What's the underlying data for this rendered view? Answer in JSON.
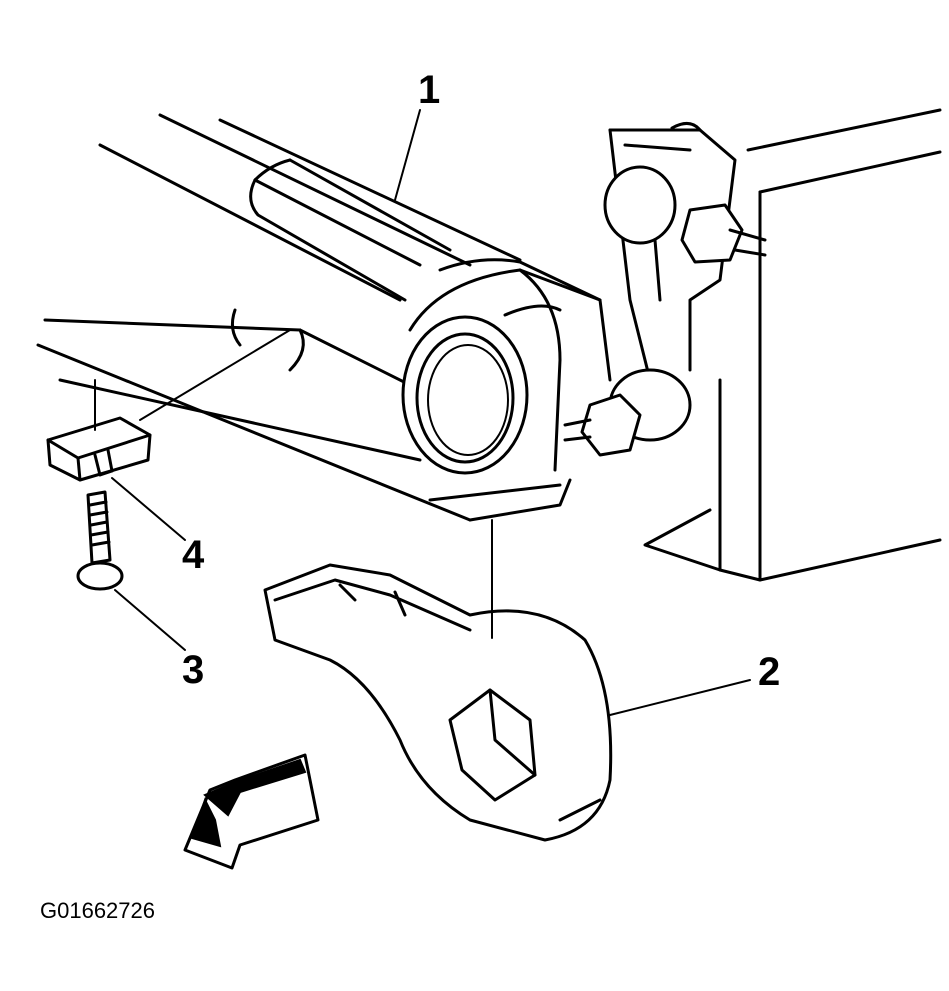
{
  "figure_id": "G01662726",
  "callouts": [
    {
      "id": "1",
      "label": "1"
    },
    {
      "id": "2",
      "label": "2"
    },
    {
      "id": "3",
      "label": "3"
    },
    {
      "id": "4",
      "label": "4"
    }
  ],
  "icons": {
    "direction_arrow": "front-direction-arrow-icon"
  }
}
